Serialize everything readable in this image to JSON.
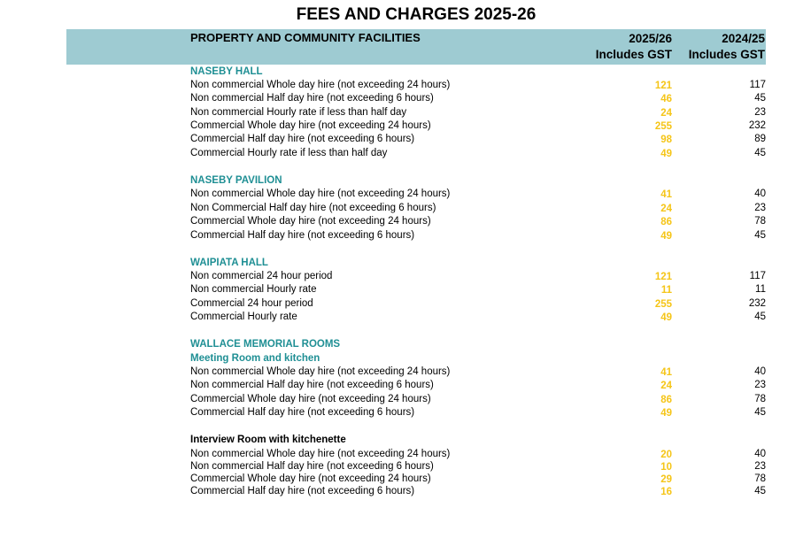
{
  "title": "FEES AND CHARGES 2025-26",
  "header": {
    "section_label": "PROPERTY AND COMMUNITY FACILITIES",
    "col_current_line1": "2025/26",
    "col_current_line2": "Includes GST",
    "col_prior_line1": "2024/25",
    "col_prior_line2": "Includes GST"
  },
  "colors": {
    "header_band": "#9ecbd2",
    "section_heading": "#1f8f94",
    "current_value": "#f5c518"
  },
  "sections": [
    {
      "heading": "NASEBY HALL",
      "rows": [
        {
          "label": "Non commercial Whole day hire (not exceeding 24 hours)",
          "current": "121",
          "prior": "117"
        },
        {
          "label": "Non commercial Half day hire (not exceeding 6 hours)",
          "current": "46",
          "prior": "45"
        },
        {
          "label": "Non commercial Hourly rate if less than half day",
          "current": "24",
          "prior": "23"
        },
        {
          "label": "Commercial Whole day hire (not exceeding 24 hours)",
          "current": "255",
          "prior": "232"
        },
        {
          "label": "Commercial Half day hire (not exceeding 6 hours)",
          "current": "98",
          "prior": "89"
        },
        {
          "label": "Commercial Hourly rate if less than half day",
          "current": "49",
          "prior": "45"
        }
      ]
    },
    {
      "heading": "NASEBY PAVILION",
      "rows": [
        {
          "label": "Non commercial Whole day hire (not exceeding 24 hours)",
          "current": "41",
          "prior": "40"
        },
        {
          "label": "Non Commercial Half day hire (not exceeding 6 hours)",
          "current": "24",
          "prior": "23"
        },
        {
          "label": "Commercial Whole day hire (not exceeding 24 hours)",
          "current": "86",
          "prior": "78"
        },
        {
          "label": "Commercial  Half day hire (not exceeding 6 hours)",
          "current": "49",
          "prior": "45"
        }
      ]
    },
    {
      "heading": "WAIPIATA HALL",
      "rows": [
        {
          "label": "Non commercial 24 hour period",
          "current": "121",
          "prior": "117"
        },
        {
          "label": "Non commercial Hourly rate",
          "current": "11",
          "prior": "11"
        },
        {
          "label": "Commercial 24 hour period",
          "current": "255",
          "prior": "232"
        },
        {
          "label": "Commercial Hourly rate",
          "current": "49",
          "prior": "45"
        }
      ]
    },
    {
      "heading": "WALLACE MEMORIAL ROOMS",
      "subheading": "Meeting Room and kitchen",
      "rows": [
        {
          "label": "Non commercial Whole day hire (not exceeding 24 hours)",
          "current": "41",
          "prior": "40"
        },
        {
          "label": "Non commercial Half day hire (not exceeding 6 hours)",
          "current": "24",
          "prior": "23"
        },
        {
          "label": "Commercial Whole day hire (not exceeding 24 hours)",
          "current": "86",
          "prior": "78"
        },
        {
          "label": "Commercial Half day hire (not exceeding 6 hours)",
          "current": "49",
          "prior": "45"
        }
      ]
    },
    {
      "subheading": "Interview Room with kitchenette",
      "rows": [
        {
          "label": "Non commercial Whole day hire (not exceeding 24 hours)",
          "current": "20",
          "prior": "40"
        },
        {
          "label": "Non commercial Half day hire (not exceeding 6 hours)",
          "current": "10",
          "prior": "23"
        },
        {
          "label": "Commercial Whole day hire (not exceeding 24 hours)",
          "current": "29",
          "prior": "78"
        },
        {
          "label": "Commercial Half day hire (not exceeding 6 hours)",
          "current": "16",
          "prior": "45"
        }
      ]
    }
  ]
}
